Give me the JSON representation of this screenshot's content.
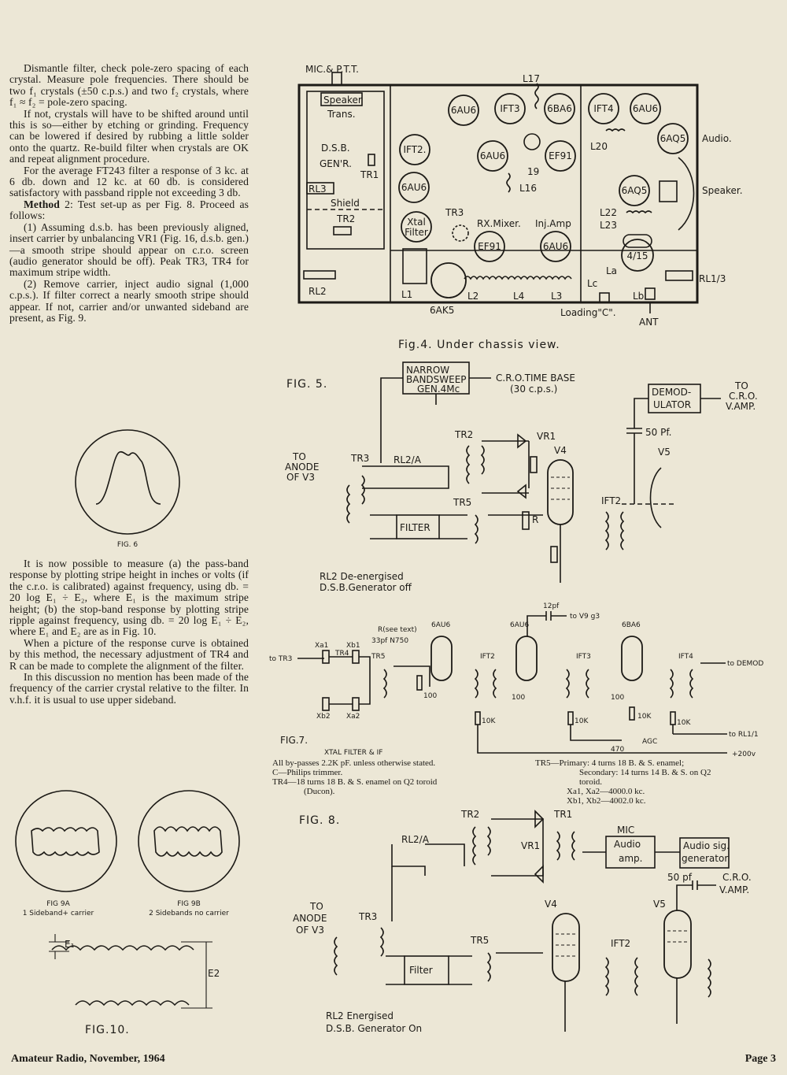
{
  "left_column": {
    "p1": "Dismantle filter, check pole-zero spacing of each crystal. Measure pole frequencies. There should be two f₁ crystals (±50 c.p.s.) and two f₂ crystals, where f₁ ≈ f₂ = pole-zero spacing.",
    "p2": "If not, crystals will have to be shifted around until this is so—either by etching or grinding. Frequency can be lowered if desired by rubbing a little solder onto the quartz. Re-build filter when crystals are OK and repeat alignment procedure.",
    "p3": "For the average FT243 filter a response of 3 kc. at 6 db. down and 12 kc. at 60 db. is considered satisfactory with passband ripple not exceeding 3 db.",
    "p4_bold": "Method",
    "p4": " 2: Test set-up as per Fig. 8. Proceed as follows:",
    "p5": "(1) Assuming d.s.b. has been previously aligned, insert carrier by unbalancing VR1 (Fig. 16, d.s.b. gen.)—a smooth stripe should appear on c.r.o. screen (audio generator should be off). Peak TR3, TR4 for maximum stripe width.",
    "p6": "(2) Remove carrier, inject audio signal (1,000 c.p.s.). If filter correct a nearly smooth stripe should appear. If not, carrier and/or unwanted sideband are present, as Fig. 9.",
    "p7": "It is now possible to measure (a) the pass-band response by plotting stripe height in inches or volts (if the c.r.o. is calibrated) against frequency, using db. = 20 log E₁ ÷ E₂, where E₁ is the maximum stripe height; (b) the stop-band response by plotting stripe ripple against frequency, using db. = 20 log E₁ ÷ E₂, where E₁ and E₂ are as in Fig. 10.",
    "p8": "When a picture of the response curve is obtained by this method, the necessary adjustment of TR4 and R can be made to complete the alignment of the filter.",
    "p9": "In this discussion no mention has been made of the frequency of the carrier crystal relative to the filter. In v.h.f. it is usual to use upper sideband."
  },
  "fig4": {
    "caption": "Fig.4. Under chassis view.",
    "mic": "MIC.& P.T.T.",
    "speaker_box": "Speaker",
    "trans": "Trans.",
    "dsb": "D.S.B.",
    "genr": "GEN'R.",
    "tr1": "TR1",
    "rl3": "RL3",
    "shield": "Shield",
    "tr2": "TR2",
    "rl2": "RL2",
    "tubes": [
      "6AU6",
      "IFT3",
      "6BA6",
      "IFT4",
      "6AU6",
      "IFT2.",
      "6AU6",
      "EF91",
      "6AQ5",
      "6AU6",
      "6AQ5",
      "EF91",
      "6AU6"
    ],
    "l17": "L17",
    "l16": "L16",
    "l19": "19",
    "l20": "L20",
    "l22": "L22",
    "l23": "L23",
    "tube_415": "4/15",
    "audio": "Audio.",
    "speaker": "Speaker.",
    "xtal": "Xtal",
    "filter": "Filter",
    "tr3": "TR3",
    "rxmixer": "RX.Mixer.",
    "injamp": "Inj.Amp",
    "l1": "L1",
    "l2": "L2",
    "l3": "L3",
    "l4": "L4",
    "tube_6ak5": "6AK5",
    "la": "La",
    "lb": "Lb",
    "lc": "Lc",
    "loading": "Loading\"C\".",
    "ant": "ANT",
    "rl13": "RL1/3"
  },
  "fig5": {
    "label": "FIG. 5.",
    "narrow1": "NARROW",
    "narrow2": "BANDSWEEP",
    "narrow3": "GEN.4Mc",
    "cro": "C.R.O.TIME BASE",
    "cps": "(30 c.p.s.)",
    "demod1": "DEMOD-",
    "demod2": "ULATOR",
    "to_cro": "TO",
    "cro2": "C.R.O.",
    "vamp": "V.AMP.",
    "pf": "50 Pf.",
    "v5": "V5",
    "tr2": "TR2",
    "vr1": "VR1",
    "v4": "V4",
    "to": "TO",
    "anode": "ANODE",
    "ofv3": "OF V3",
    "tr3": "TR3",
    "rl2": "RL2/A",
    "tr5": "TR5",
    "filter": "FILTER",
    "r": "R",
    "ift2": "IFT2",
    "state1": "RL2 De-energised",
    "state2": "D.S.B.Generator off"
  },
  "fig6": {
    "label": "FIG. 6"
  },
  "fig7": {
    "label": "FIG.7.",
    "title": "XTAL FILTER & IF",
    "to_tr3": "to TR3",
    "xa1": "Xa1",
    "xb1": "Xb1",
    "tr4": "TR4",
    "tr5": "TR5",
    "xb2": "Xb2",
    "xa2": "Xa2",
    "rsee": "R(see text)",
    "cap33": "33pf N750",
    "t1": "6AU6",
    "t2": "6AU6",
    "t3": "6BA6",
    "pf12": "12pf",
    "tov9": "to V9 g3",
    "ift2": "IFT2",
    "ift3": "IFT3",
    "ift4": "IFT4",
    "todemod": "to DEMOD",
    "r100a": "100",
    "r100b": "100",
    "r100c": "100",
    "k10a": "10K",
    "k10b": "10K",
    "k10c": "10K",
    "k10d": "10K",
    "torl": "to RL1/1",
    "agc": "AGC",
    "r470": "470",
    "v200": "+200v"
  },
  "notes": {
    "l1": "All by-passes 2.2K pF. unless otherwise stated.",
    "l2": "C—Philips trimmer.",
    "l3": "TR4—18 turns 18 B. & S. enamel on Q2 toroid",
    "l4": "(Ducon).",
    "r1": "TR5—Primary: 4 turns 18 B. & S. enamel;",
    "r2": "Secondary: 14 turns 14 B. & S. on Q2",
    "r3": "toroid.",
    "r4": "Xa1, Xa2—4000.0 kc.",
    "r5": "Xb1, Xb2—4002.0 kc."
  },
  "fig8": {
    "label": "FIG. 8.",
    "tr2": "TR2",
    "tr1": "TR1",
    "rl2": "RL2/A",
    "vr1": "VR1",
    "mic": "MIC",
    "audio1": "Audio",
    "audio2": "amp.",
    "gen1": "Audio sig.",
    "gen2": "generator",
    "pf": "50 pf",
    "cro": "C.R.O.",
    "vamp": "V.AMP.",
    "to": "TO",
    "anode": "ANODE",
    "ofv3": "OF V3",
    "tr3": "TR3",
    "tr5": "TR5",
    "filter": "Filter",
    "v4": "V4",
    "v5": "V5",
    "ift2": "IFT2",
    "state1": "RL2 Energised",
    "state2": "D.S.B. Generator On"
  },
  "fig9": {
    "a_label": "FIG 9A",
    "a_sub": "1 Sideband+ carrier",
    "b_label": "FIG 9B",
    "b_sub": "2 Sidebands no carrier"
  },
  "fig10": {
    "label": "FIG.10.",
    "e1": "E₁",
    "e2": "E2"
  },
  "footer": {
    "left": "Amateur Radio, November, 1964",
    "right": "Page 3"
  }
}
